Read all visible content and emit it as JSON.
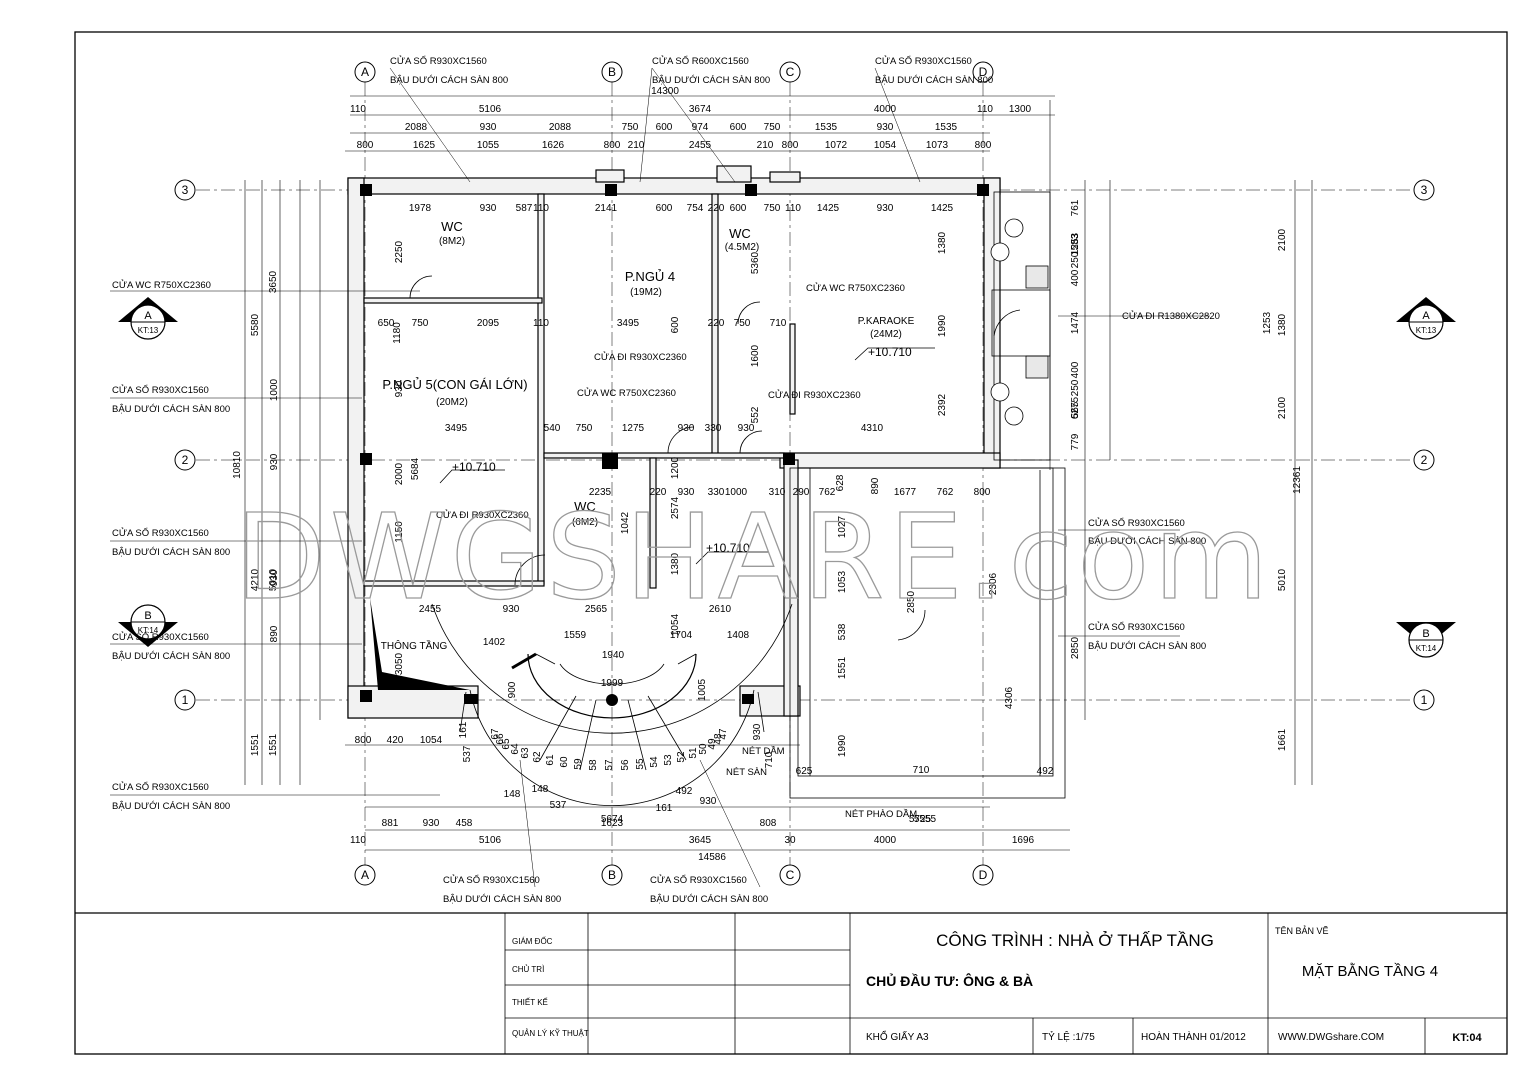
{
  "grid_axes": {
    "vertical": [
      "A",
      "B",
      "C",
      "D"
    ],
    "horizontal": [
      "3",
      "2",
      "1"
    ]
  },
  "section_markers": {
    "a_letter": "A",
    "a_ref": "KT:13",
    "b_letter": "B",
    "b_ref": "KT:14"
  },
  "rooms": {
    "wc1": {
      "name": "WC",
      "area": "(8M2)"
    },
    "bed4": {
      "name": "P.NGỦ 4",
      "area": "(19M2)"
    },
    "wc2": {
      "name": "WC",
      "area": "(4.5M2)"
    },
    "karaoke": {
      "name": "P.KARAOKE",
      "area": "(24M2)"
    },
    "bed5": {
      "name": "P.NGỦ 5(CON GÁI LỚN)",
      "area": "(20M2)"
    },
    "wc3": {
      "name": "WC",
      "area": "(6M2)"
    },
    "stair": {
      "name": "THÔNG TẦNG"
    }
  },
  "levels": {
    "karaoke": "+10.710",
    "bed5": "+10.710",
    "hall": "+10.710"
  },
  "notes": {
    "win_930_1560": "CỬA SỔ R930XC1560",
    "win_600_1560": "CỬA SỔ R600XC1560",
    "sill_800": "BẬU DƯỚI CÁCH SÀN 800",
    "wc_door": "CỬA WC R750XC2360",
    "door_930": "CỬA ĐI R930XC2360",
    "door_1380": "CỬA ĐI R1380XC2820",
    "beam_line": "NÉT DẦM",
    "floor_line": "NÉT SÀN",
    "cornice_line": "NÉT PHÀO DẦM"
  },
  "dims": {
    "total_top": "14300",
    "total_bottom": "14586",
    "total_left": "10810",
    "total_right": "12361",
    "top_row1": [
      "110",
      "5106",
      "3674",
      "4000",
      "110",
      "1300"
    ],
    "top_row2": [
      "2088",
      "930",
      "2088",
      "750",
      "600",
      "974",
      "600",
      "750",
      "1535",
      "930",
      "1535"
    ],
    "top_row3": [
      "800",
      "1625",
      "1055",
      "1626",
      "800",
      "210",
      "2455",
      "210",
      "800",
      "1072",
      "1054",
      "1073",
      "800"
    ],
    "bottom_row1": [
      "881",
      "930",
      "458",
      "1623",
      "808"
    ],
    "bottom_row2": [
      "5674",
      "5555",
      "5725"
    ],
    "bottom_row3": [
      "110",
      "5106",
      "3645",
      "30",
      "4000",
      "1696"
    ],
    "left_row1": [
      "3650",
      "5010",
      "1551"
    ],
    "left_row2": [
      "5580",
      "4210",
      "1551"
    ],
    "right_row1": [
      "2100",
      "1380",
      "2100",
      "5010",
      "1661"
    ],
    "right_row2": [
      "761",
      "583",
      "250",
      "400",
      "1474",
      "400",
      "250",
      "565",
      "779"
    ],
    "inner": [
      "1978",
      "930",
      "587",
      "110",
      "2141",
      "600",
      "754",
      "220",
      "600",
      "750",
      "110",
      "1425",
      "930",
      "1425",
      "650",
      "750",
      "2095",
      "110",
      "3495",
      "220",
      "750",
      "710",
      "3495",
      "540",
      "750",
      "1275",
      "930",
      "330",
      "930",
      "4310",
      "2235",
      "220",
      "930",
      "330",
      "1000",
      "310",
      "290",
      "762",
      "628",
      "890",
      "1677",
      "762",
      "800",
      "2455",
      "930",
      "2565",
      "2610",
      "1559",
      "1704",
      "1940",
      "1999",
      "1402",
      "1408",
      "800",
      "420",
      "1054",
      "2250",
      "1180",
      "930",
      "1000",
      "2000",
      "5684",
      "930",
      "1150",
      "930",
      "890",
      "3050",
      "5360",
      "600",
      "1600",
      "552",
      "1200",
      "2574",
      "1042",
      "1380",
      "1054",
      "1027",
      "1053",
      "538",
      "1551",
      "1990",
      "1380",
      "1990",
      "2392",
      "1253",
      "1253",
      "6275",
      "2850",
      "2306",
      "2850",
      "4306",
      "710",
      "625",
      "492",
      "161",
      "537",
      "148",
      "148",
      "537",
      "161",
      "492",
      "930",
      "930",
      "710"
    ],
    "steps": [
      "67",
      "66",
      "65",
      "64",
      "63",
      "62",
      "61",
      "60",
      "59",
      "58",
      "57",
      "56",
      "55",
      "54",
      "53",
      "52",
      "51",
      "50",
      "49",
      "48",
      "47",
      "1005",
      "900"
    ]
  },
  "title_block": {
    "roles": [
      "GIÁM ĐỐC",
      "CHỦ TRÌ",
      "THIẾT KẾ",
      "QUẢN LÝ KỸ THUẬT"
    ],
    "project": "CÔNG TRÌNH : NHÀ Ở THẤP TẦNG",
    "owner": "CHỦ ĐẦU TƯ: ÔNG & BÀ",
    "drawing_name_label": "TÊN BẢN VẼ",
    "drawing_name": "MẶT BẰNG TẦNG 4",
    "paper": "KHỔ GIẤY A3",
    "scale": "TỶ LỆ :1/75",
    "completed": "HOÀN THÀNH 01/2012",
    "website": "WWW.DWGshare.COM",
    "sheet": "KT:04"
  },
  "watermark": "DWGSHARE.com"
}
